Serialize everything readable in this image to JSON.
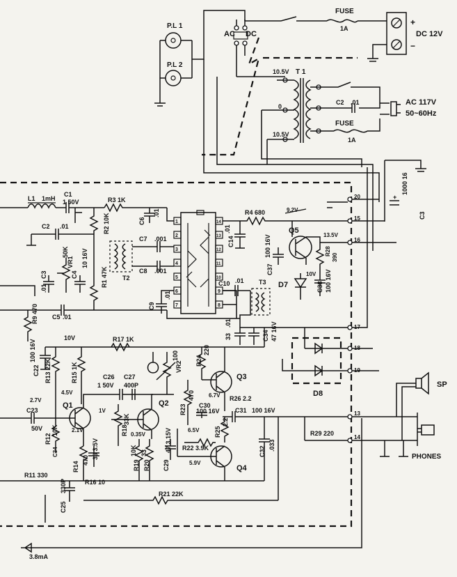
{
  "power_section": {
    "pilot_lamps": [
      "P.L 1",
      "P.L 2"
    ],
    "selector_switch": [
      "AC",
      "DC"
    ],
    "fuse_top": {
      "label": "FUSE",
      "rating": "1A"
    },
    "fuse_bottom": {
      "label": "FUSE",
      "rating": "1A"
    },
    "dc_input": {
      "plus": "+",
      "minus": "−",
      "label": "DC 12V"
    },
    "ac_input": {
      "line1": "AC 117V",
      "line2": "50~60Hz"
    },
    "transformer": {
      "name": "T 1",
      "taps": [
        "10.5V",
        "0",
        "10.5V"
      ]
    },
    "c2_cap": {
      "name": "C2",
      "value": ".01"
    }
  },
  "rf_section": {
    "L1": {
      "name": "L1",
      "value": "1mH"
    },
    "C1": {
      "name": "C1",
      "value": "1 50V"
    },
    "R3": "R3 1K",
    "C2": {
      "name": "C2",
      "value": ".01"
    },
    "R2": "R2 10K",
    "C3": {
      "name": "C3",
      "value": ".01"
    },
    "VR1": {
      "name": "VR1",
      "value": "50K"
    },
    "C4": {
      "name": "C4",
      "value": "10 16V"
    },
    "R1": "R1 47K",
    "R9": "R9 470",
    "C5": {
      "name": "C5",
      "value": ".01"
    },
    "C6": {
      "name": "C6",
      "value": ".01"
    },
    "C7": {
      "name": "C7",
      "value": ".001"
    },
    "C8": {
      "name": "C8",
      "value": ".001"
    },
    "C9": {
      "name": "C9",
      "value": ".01"
    },
    "T2": "T2",
    "ic_pins_left": [
      "1",
      "2",
      "3",
      "4",
      "5",
      "6",
      "7"
    ],
    "ic_pins_right": [
      "14",
      "13",
      "12",
      "11",
      "10",
      "9",
      "8"
    ],
    "R4": "R4 680",
    "v_9_2": "9.2V",
    "C14": {
      "name": "C14",
      "value": ".01"
    },
    "C10": {
      "name": "C10",
      "value": ".01"
    },
    "T3": "T3",
    "C33": {
      "name": "33",
      "value": ".01"
    },
    "C34": {
      "name": "C34",
      "value": "47 16V"
    },
    "C37": {
      "name": "C37",
      "value": "100 16V"
    },
    "Q5": "Q5",
    "R28": {
      "name": "R28",
      "value": "390"
    },
    "v_13_5": "13.5V",
    "v_10": "10V",
    "D7": "D7",
    "C38": {
      "name": "C38",
      "value": "100 16V"
    },
    "C3_big": {
      "name": "C3",
      "value": "1000 16"
    }
  },
  "audio_section": {
    "v_10_line": "10V",
    "R17": "R17 1K",
    "C22": {
      "name": "C22",
      "value": "100 16V"
    },
    "R13": "R13 22K",
    "R15": "R15 1K",
    "C26": {
      "name": "C26",
      "value": "1 50V"
    },
    "C27": {
      "name": "C27",
      "value": "400P"
    },
    "VR2": {
      "name": "VR2",
      "value": "100"
    },
    "R24": {
      "name": "R24",
      "value": "220"
    },
    "v_4_5": "4.5V",
    "v_2_7": "2.7V",
    "Q1": "Q1",
    "Q2": "Q2",
    "Q3": "Q3",
    "Q4": "Q4",
    "v_1": "1V",
    "v_2_1": "2.1V",
    "C23": {
      "name": "C23",
      "value": "50V"
    },
    "R12": {
      "name": "R12",
      "value": "10K"
    },
    "R14": {
      "name": "R14",
      "value": "470"
    },
    "C24": "33 3.5V",
    "R18": {
      "name": "R18",
      "value": "33K"
    },
    "v_0_35": "0.35V",
    "R19": {
      "name": "R19",
      "value": "10K"
    },
    "R20": {
      "name": "R20",
      "value": "33"
    },
    "C29": {
      "name": "C29",
      "value": "47 3.15V"
    },
    "R23": {
      "name": "R23",
      "value": "470"
    },
    "v_6_7": "6.7V",
    "C30": {
      "name": "C30",
      "value": "100 16V"
    },
    "R26": "R26 2.2",
    "C31": {
      "name": "C31",
      "value": "100 16V"
    },
    "v_6_5": "6.5V",
    "R22": "R22 3.9K",
    "R25": {
      "name": "R25",
      "value": "2.2"
    },
    "v_5_9": "5.9V",
    "C32": {
      "name": "C32",
      "value": ".033"
    },
    "R11": "R11 330",
    "C25": {
      "name": "C25",
      "value": "330P"
    },
    "R16": "R16 10",
    "R21": "R21 22K",
    "C34b": "C34",
    "current": "3.8mA",
    "R29": "R29 220",
    "D8": "D8"
  },
  "terminals": {
    "t20": "20",
    "t15": "15",
    "t16": "16",
    "t17": "17",
    "t18": "18",
    "t19": "19",
    "t13": "13",
    "t14": "14"
  },
  "outputs": {
    "speaker": "SP",
    "phones": "PHONES"
  }
}
